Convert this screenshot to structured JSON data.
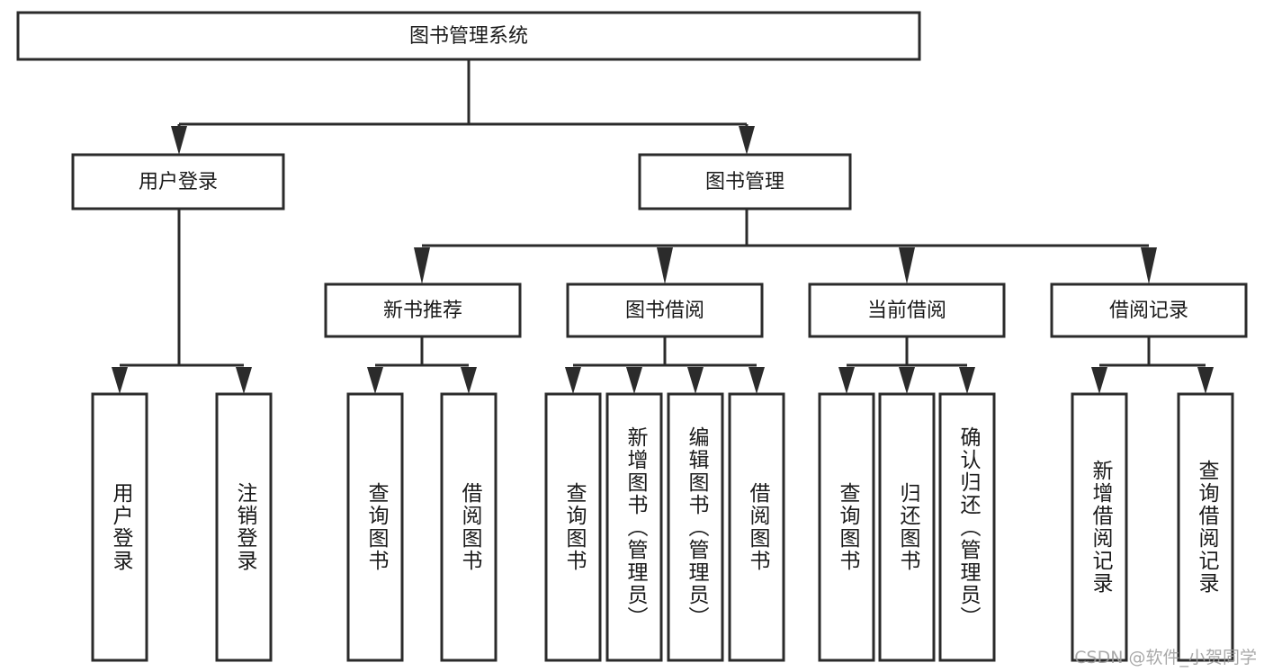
{
  "diagram": {
    "type": "tree-hierarchy-chart",
    "title": "图书管理系统",
    "orientation": "top-down",
    "colors": {
      "box_stroke": "#2b2b2b",
      "box_fill": "#ffffff",
      "connector": "#2b2b2b",
      "text": "#1a1a1a",
      "background": "#ffffff",
      "watermark": "#9b9b9b"
    },
    "root": {
      "label": "图书管理系统"
    },
    "level2": [
      {
        "label": "用户登录"
      },
      {
        "label": "图书管理"
      }
    ],
    "level3": [
      {
        "label": "新书推荐"
      },
      {
        "label": "图书借阅"
      },
      {
        "label": "当前借阅"
      },
      {
        "label": "借阅记录"
      }
    ],
    "leaves": {
      "user_login": [
        {
          "label": "用户登录"
        },
        {
          "label": "注销登录"
        }
      ],
      "new_book_recommend": [
        {
          "label": "查询图书"
        },
        {
          "label": "借阅图书"
        }
      ],
      "book_borrow": [
        {
          "label": "查询图书"
        },
        {
          "label": "新增图书（管理员）"
        },
        {
          "label": "编辑图书（管理员）"
        },
        {
          "label": "借阅图书"
        }
      ],
      "current_borrow": [
        {
          "label": "查询图书"
        },
        {
          "label": "归还图书"
        },
        {
          "label": "确认归还（管理员）"
        }
      ],
      "borrow_record": [
        {
          "label": "新增借阅记录"
        },
        {
          "label": "查询借阅记录"
        }
      ]
    }
  },
  "watermark": {
    "text": "CSDN @软件_小贺同学"
  }
}
